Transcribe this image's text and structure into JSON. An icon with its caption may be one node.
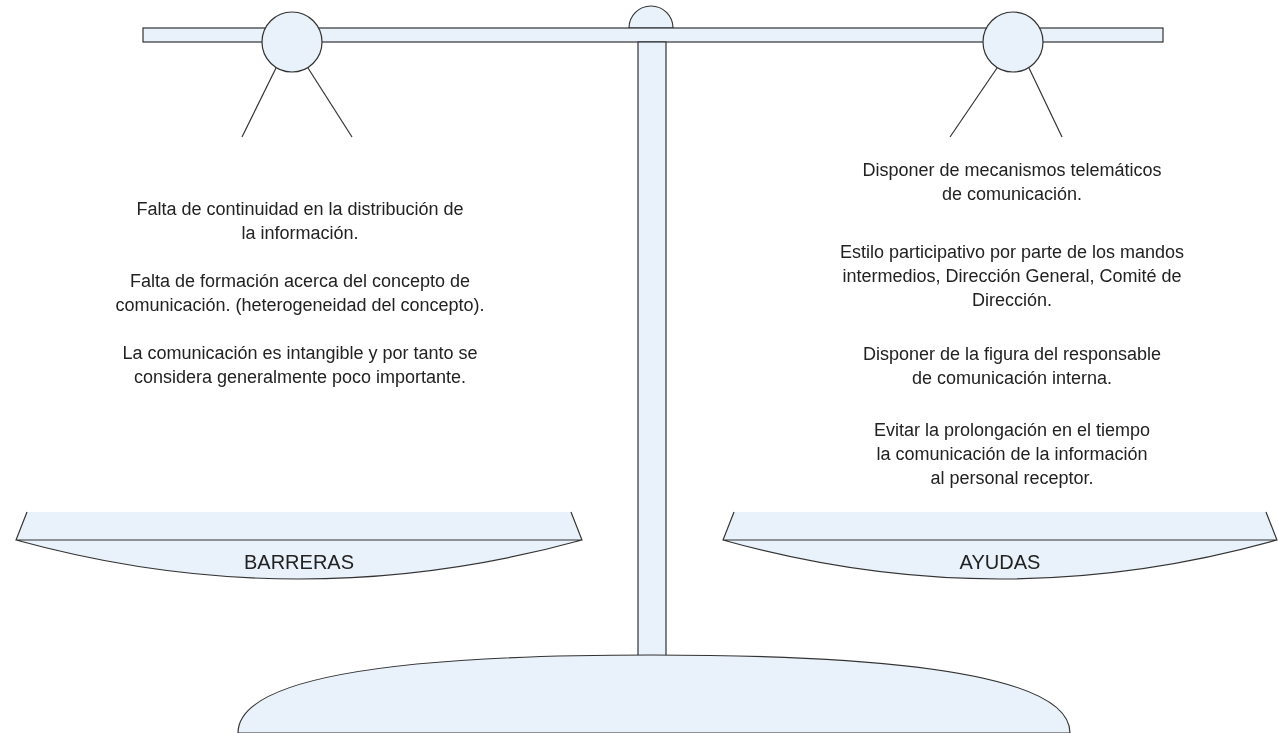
{
  "diagram": {
    "nodes": [
      {
        "text": [
          "BARRERAS"
        ]
      },
      {
        "text": [
          "AYUDAS"
        ]
      }
    ],
    "labels": [
      "Falta de continuidad en la distribución de la información.",
      "Falta de formación acerca del concepto de comunicación. (heterogeneidad del concepto).",
      "La comunicación es intangible y por tanto se considera generalmente poco importante.",
      "Disponer de mecanismos telemáticos de comunicación.",
      "Estilo participativo por parte de los mandos intermedios, Dirección General, Comité de Dirección.",
      "Disponer de la figura del responsable de comunicación interna.",
      "Evitar la prolongación en el tiempo la comunicación de la información al personal receptor."
    ]
  }
}
